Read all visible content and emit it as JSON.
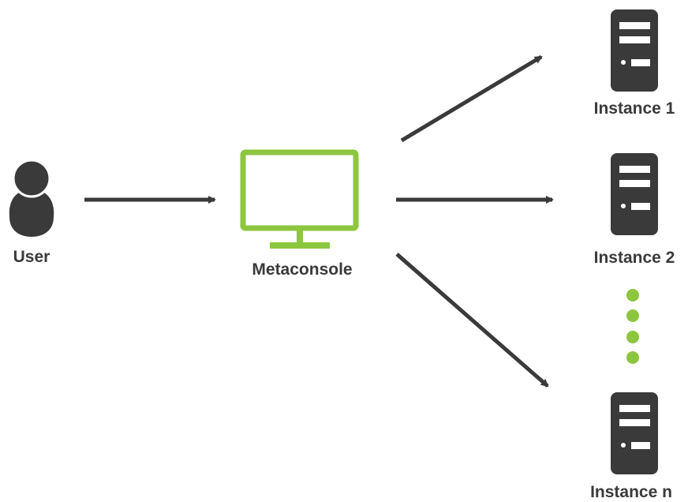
{
  "nodes": {
    "user": {
      "label": "User",
      "icon": "user-icon"
    },
    "console": {
      "label": "Metaconsole",
      "icon": "monitor-icon"
    },
    "instances": [
      {
        "label": "Instance 1",
        "icon": "server-icon"
      },
      {
        "label": "Instance 2",
        "icon": "server-icon"
      },
      {
        "label": "Instance n",
        "icon": "server-icon"
      }
    ]
  },
  "colors": {
    "dark": "#3a3a3a",
    "accent": "#8cc63f",
    "background": "#ffffff"
  }
}
